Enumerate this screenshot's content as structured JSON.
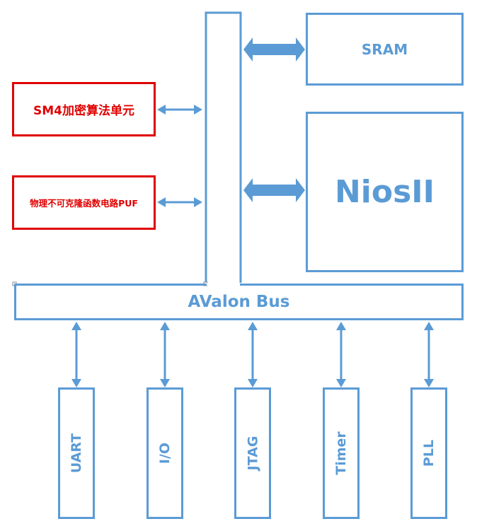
{
  "blocks": {
    "sram": "SRAM",
    "nios": "NiosII",
    "sm4": "SM4加密算法单元",
    "puf": "物理不可克隆函数电路PUF",
    "bus": "AValon Bus"
  },
  "peripherals": [
    {
      "label": "UART"
    },
    {
      "label": "I/O"
    },
    {
      "label": "JTAG"
    },
    {
      "label": "Timer"
    },
    {
      "label": "PLL"
    }
  ],
  "colors": {
    "bus_blue": "#5b9bd5",
    "alert_red": "#e00000"
  }
}
